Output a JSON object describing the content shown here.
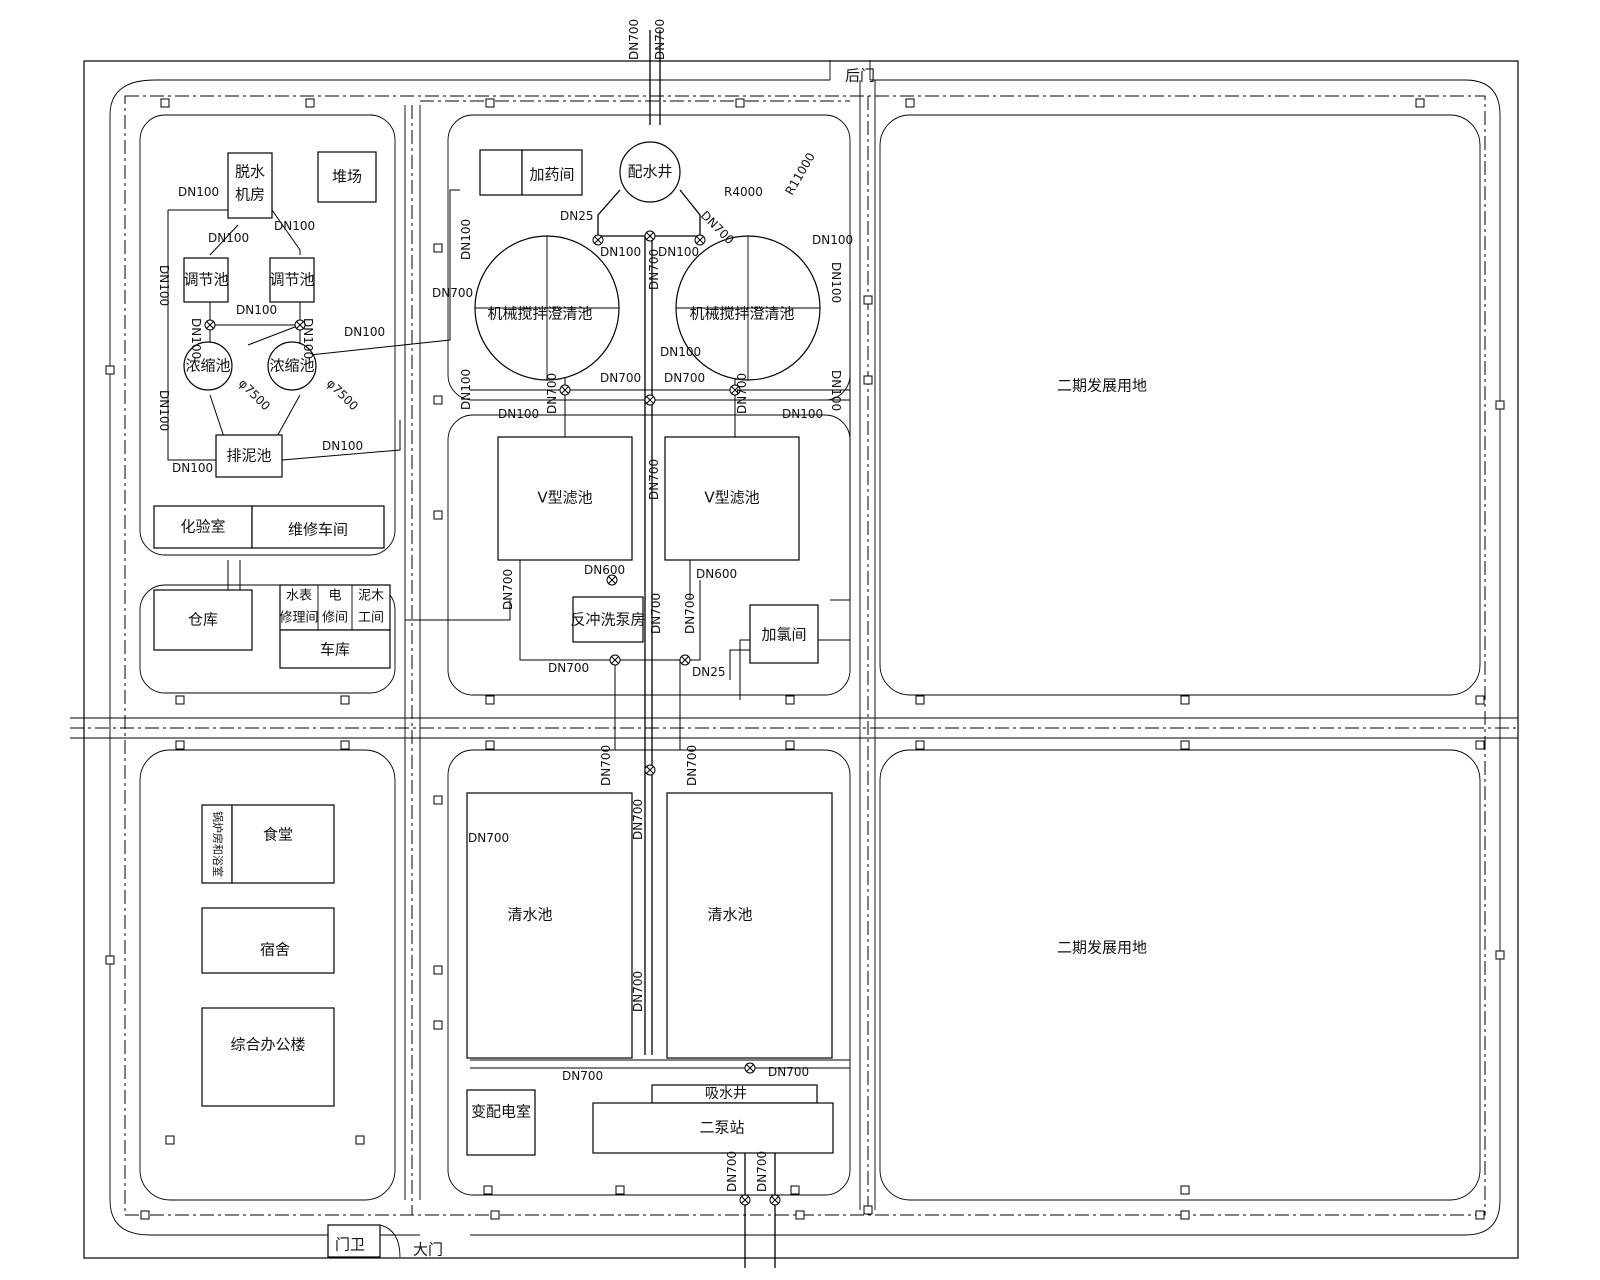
{
  "gates": {
    "back_gate": "后门",
    "main_gate": "大门",
    "guard": "门卫"
  },
  "buildings": {
    "dewatering": [
      "脱水",
      "机房"
    ],
    "stockyard": "堆场",
    "dosing": "加药间",
    "distribution_well": "配水井",
    "regulating_a": "调节池",
    "regulating_b": "调节池",
    "thickener_a": "浓缩池",
    "thickener_b": "浓缩池",
    "sludge_drain": "排泥池",
    "clarifier_a": "机械搅拌澄清池",
    "clarifier_b": "机械搅拌澄清池",
    "lab": "化验室",
    "repair_shop": "维修车间",
    "warehouse": "仓库",
    "meter_repair": [
      "水表",
      "修理间"
    ],
    "electric_repair": [
      "电",
      "修间"
    ],
    "mason_carpentry": [
      "泥木",
      "工间"
    ],
    "garage": "车库",
    "v_filter_a": "V型滤池",
    "v_filter_b": "V型滤池",
    "backwash_pump": "反冲洗泵房",
    "chlorination": "加氯间",
    "canteen": "食堂",
    "boiler_bath": "锅炉房和浴室",
    "dormitory": "宿舍",
    "office": "综合办公楼",
    "clear_water_a": "清水池",
    "clear_water_b": "清水池",
    "substation": "变配电室",
    "suction_well": "吸水井",
    "pump_station_2": "二泵站",
    "phase2_north": "二期发展用地",
    "phase2_south": "二期发展用地"
  },
  "pipe_labels": {
    "dn700": "DN700",
    "dn100": "DN100",
    "dn25": "DN25",
    "dn600": "DN600",
    "phi7500": "φ7500",
    "r4000": "R4000",
    "r11000": "R11000"
  }
}
